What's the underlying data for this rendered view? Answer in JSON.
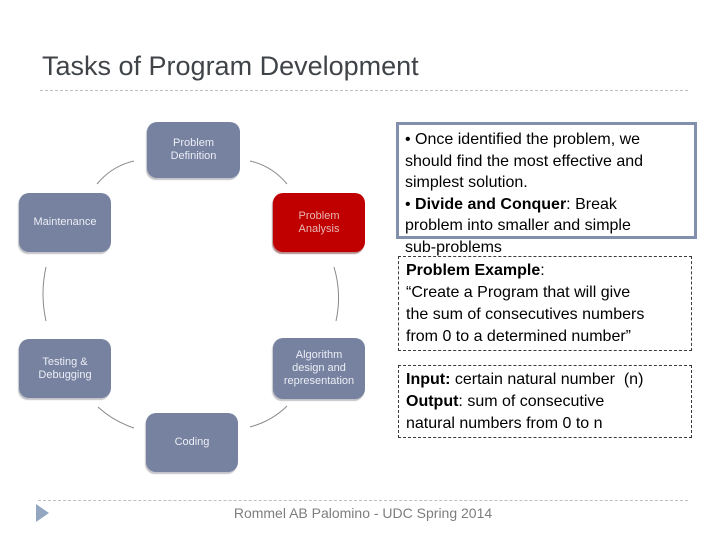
{
  "title": "Tasks of Program Development",
  "footer": {
    "text": "Rommel AB Palomino - UDC Spring 2014"
  },
  "colors": {
    "node_fill": "#7682a0",
    "node_text": "#eceef5",
    "highlight_fill": "#c00000",
    "highlight_text": "#e9b7b7",
    "connector": "#8a8a8a",
    "title_text": "#404448",
    "dashed_rule": "#bcc0c6",
    "notes_border": "#8290ae",
    "footer_text": "#7e7e7e",
    "footer_marker": "#92a7bf"
  },
  "diagram": {
    "type": "cycle",
    "nodes": [
      {
        "id": "problem-definition",
        "label": "Problem Definition",
        "highlighted": false
      },
      {
        "id": "problem-analysis",
        "label": "Problem Analysis",
        "highlighted": true
      },
      {
        "id": "algorithm-design",
        "label": "Algorithm design and representation",
        "highlighted": false
      },
      {
        "id": "coding",
        "label": "Coding",
        "highlighted": false
      },
      {
        "id": "testing-debugging",
        "label": "Testing & Debugging",
        "highlighted": false
      },
      {
        "id": "maintenance",
        "label": "Maintenance",
        "highlighted": false
      }
    ]
  },
  "callouts": {
    "notes": {
      "lines": [
        [
          {
            "t": "• Once identified the problem, we"
          }
        ],
        [
          {
            "t": "should find the most effective and"
          }
        ],
        [
          {
            "t": "simplest solution."
          }
        ],
        [
          {
            "t": "• "
          },
          {
            "t": "Divide and Conquer",
            "b": true
          },
          {
            "t": ": Break"
          }
        ],
        [
          {
            "t": "problem into smaller and simple"
          }
        ],
        [
          {
            "t": "sub-problems"
          }
        ]
      ]
    },
    "example": {
      "lines": [
        [
          {
            "t": "Problem Example",
            "b": true
          },
          {
            "t": ":"
          }
        ],
        [
          {
            "t": "“Create a Program that will give"
          }
        ],
        [
          {
            "t": "the sum of consecutives numbers"
          }
        ],
        [
          {
            "t": "from 0 to a determined number”"
          }
        ]
      ]
    },
    "io": {
      "lines": [
        [
          {
            "t": "Input:",
            "b": true
          },
          {
            "t": " certain natural number  (n)"
          }
        ],
        [
          {
            "t": "Output",
            "b": true
          },
          {
            "t": ": sum of consecutive"
          }
        ],
        [
          {
            "t": "natural numbers from 0 to n"
          }
        ]
      ]
    }
  }
}
